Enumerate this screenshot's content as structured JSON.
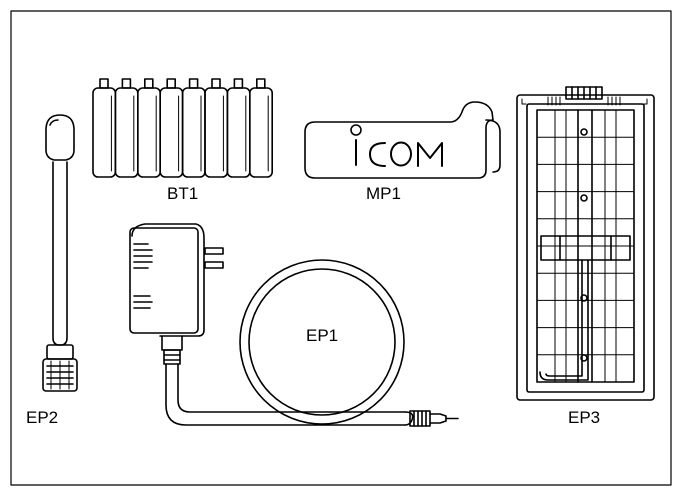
{
  "labels": {
    "bt1": "BT1",
    "mp1": "MP1",
    "ep1": "EP1",
    "ep2": "EP2",
    "ep3": "EP3"
  },
  "logo_text": "ICOM",
  "colors": {
    "stroke": "#000000",
    "background": "#ffffff"
  }
}
